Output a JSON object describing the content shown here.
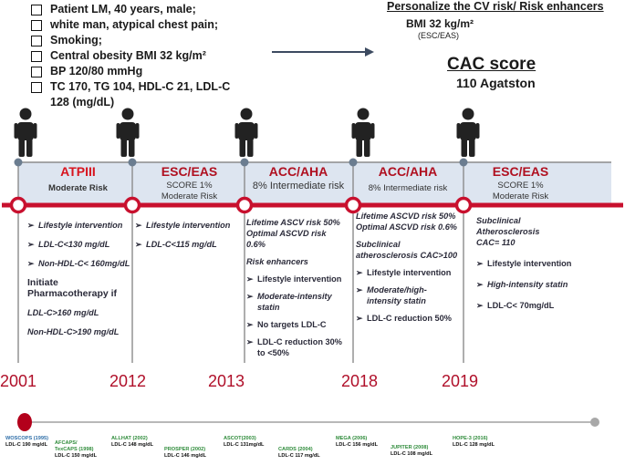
{
  "patient": {
    "items": [
      "Patient LM, 40 years, male;",
      "white man, atypical chest pain;",
      "Smoking;",
      "Central obesity BMI 32 kg/m²",
      "BP 120/80 mmHg",
      "TC 170, TG 104, HDL-C 21, LDL-C\n128  (mg/dL)"
    ]
  },
  "personalize": {
    "title": "Personalize the CV risk/ Risk enhancers",
    "bmi": "BMI 32 kg/m²",
    "source": "(ESC/EAS)",
    "cac_title": "CAC score",
    "cac_value": "110 Agatston"
  },
  "guidelines": [
    {
      "name": "ATPIII",
      "risk": "Moderate Risk",
      "name_color": "#d8141e"
    },
    {
      "name": "ESC/EAS",
      "risk": "SCORE 1%\nModerate Risk",
      "name_color": "#b01020"
    },
    {
      "name": "ACC/AHA",
      "risk": "8% Intermediate risk",
      "name_color": "#b01020"
    },
    {
      "name": "ACC/AHA",
      "risk": "8% Intermediate risk",
      "name_color": "#b01020"
    },
    {
      "name": "ESC/EAS",
      "risk": "SCORE 1%\nModerate Risk",
      "name_color": "#b01020"
    }
  ],
  "years": [
    "2001",
    "2012",
    "2013",
    "2018",
    "2019"
  ],
  "columns": [
    [
      {
        "type": "arrow",
        "text": "Lifestyle intervention",
        "italic": true
      },
      {
        "type": "arrow",
        "text": "LDL-C<130 mg/dL",
        "italic": true
      },
      {
        "type": "arrow",
        "text": "Non-HDL-C< 160mg/dL",
        "italic": true
      },
      {
        "type": "plain",
        "text": "Initiate Pharmacotherapy if",
        "italic": false,
        "big": true
      },
      {
        "type": "plain",
        "text": "LDL-C>160 mg/dL",
        "italic": true
      },
      {
        "type": "plain",
        "text": "Non-HDL-C>190 mg/dL",
        "italic": true
      }
    ],
    [
      {
        "type": "arrow",
        "text": "Lifestyle intervention",
        "italic": true
      },
      {
        "type": "arrow",
        "text": "LDL-C<115 mg/dL",
        "italic": true
      }
    ],
    [
      {
        "type": "plain",
        "text": "Lifetime ASCV risk 50%\nOptimal ASCVD risk\n0.6%",
        "italic": true
      },
      {
        "type": "plain",
        "text": "Risk enhancers",
        "italic": true
      },
      {
        "type": "arrow",
        "text": "Lifestyle intervention",
        "italic": false
      },
      {
        "type": "arrow",
        "text": "Moderate-intensity statin",
        "italic": true
      },
      {
        "type": "arrow",
        "text": "No targets LDL-C",
        "italic": false
      },
      {
        "type": "arrow",
        "text": "LDL-C reduction 30% to <50%",
        "italic": false
      }
    ],
    [
      {
        "type": "plain",
        "text": "Lifetime ASCVD risk 50%\nOptimal ASCVD risk 0.6%",
        "italic": true
      },
      {
        "type": "plain",
        "text": "Subclinical atherosclerosis CAC>100",
        "italic": true
      },
      {
        "type": "arrow",
        "text": "Lifestyle intervention",
        "italic": false
      },
      {
        "type": "arrow",
        "text": "Moderate/high-intensity statin",
        "italic": true
      },
      {
        "type": "arrow",
        "text": "LDL-C reduction 50%",
        "italic": false
      }
    ],
    [
      {
        "type": "plain",
        "text": "Subclinical Atherosclerosis\nCAC= 110",
        "italic": true
      },
      {
        "type": "arrow",
        "text": "Lifestyle intervention",
        "italic": false
      },
      {
        "type": "arrow",
        "text": "High-intensity statin",
        "italic": true
      },
      {
        "type": "arrow",
        "text": "LDL-C< 70mg/dL",
        "italic": false
      }
    ]
  ],
  "studies": [
    {
      "name": "WOSCOPS (1995)",
      "value": "LDL-C 190 mg/dL"
    },
    {
      "name": "AFCAPS/\nTexCAPS (1998)",
      "value": "LDL-C 150 mg/dL"
    },
    {
      "name": "ALLHAT (2002)",
      "value": "LDL-C 148 mg/dL"
    },
    {
      "name": "PROSPER (2002)",
      "value": "LDL-C 146 mg/dL"
    },
    {
      "name": "ASCOT(2003)",
      "value": "LDL-C 131mg/dL"
    },
    {
      "name": "CARDS (2004)",
      "value": "LDL-C 117 mg/dL"
    },
    {
      "name": "MEGA (2006)",
      "value": "LDL-C 156 mg/dL"
    },
    {
      "name": "JUPITER (2008)",
      "value": "LDL-C 108 mg/dL"
    },
    {
      "name": "HOPE-3 (2016)",
      "value": "LDL-C 128 mg/dL"
    }
  ],
  "colors": {
    "timeline_red": "#c8102e",
    "band": "#dde5f0",
    "gray": "#8c8c8c",
    "navy": "#3c4a60"
  }
}
